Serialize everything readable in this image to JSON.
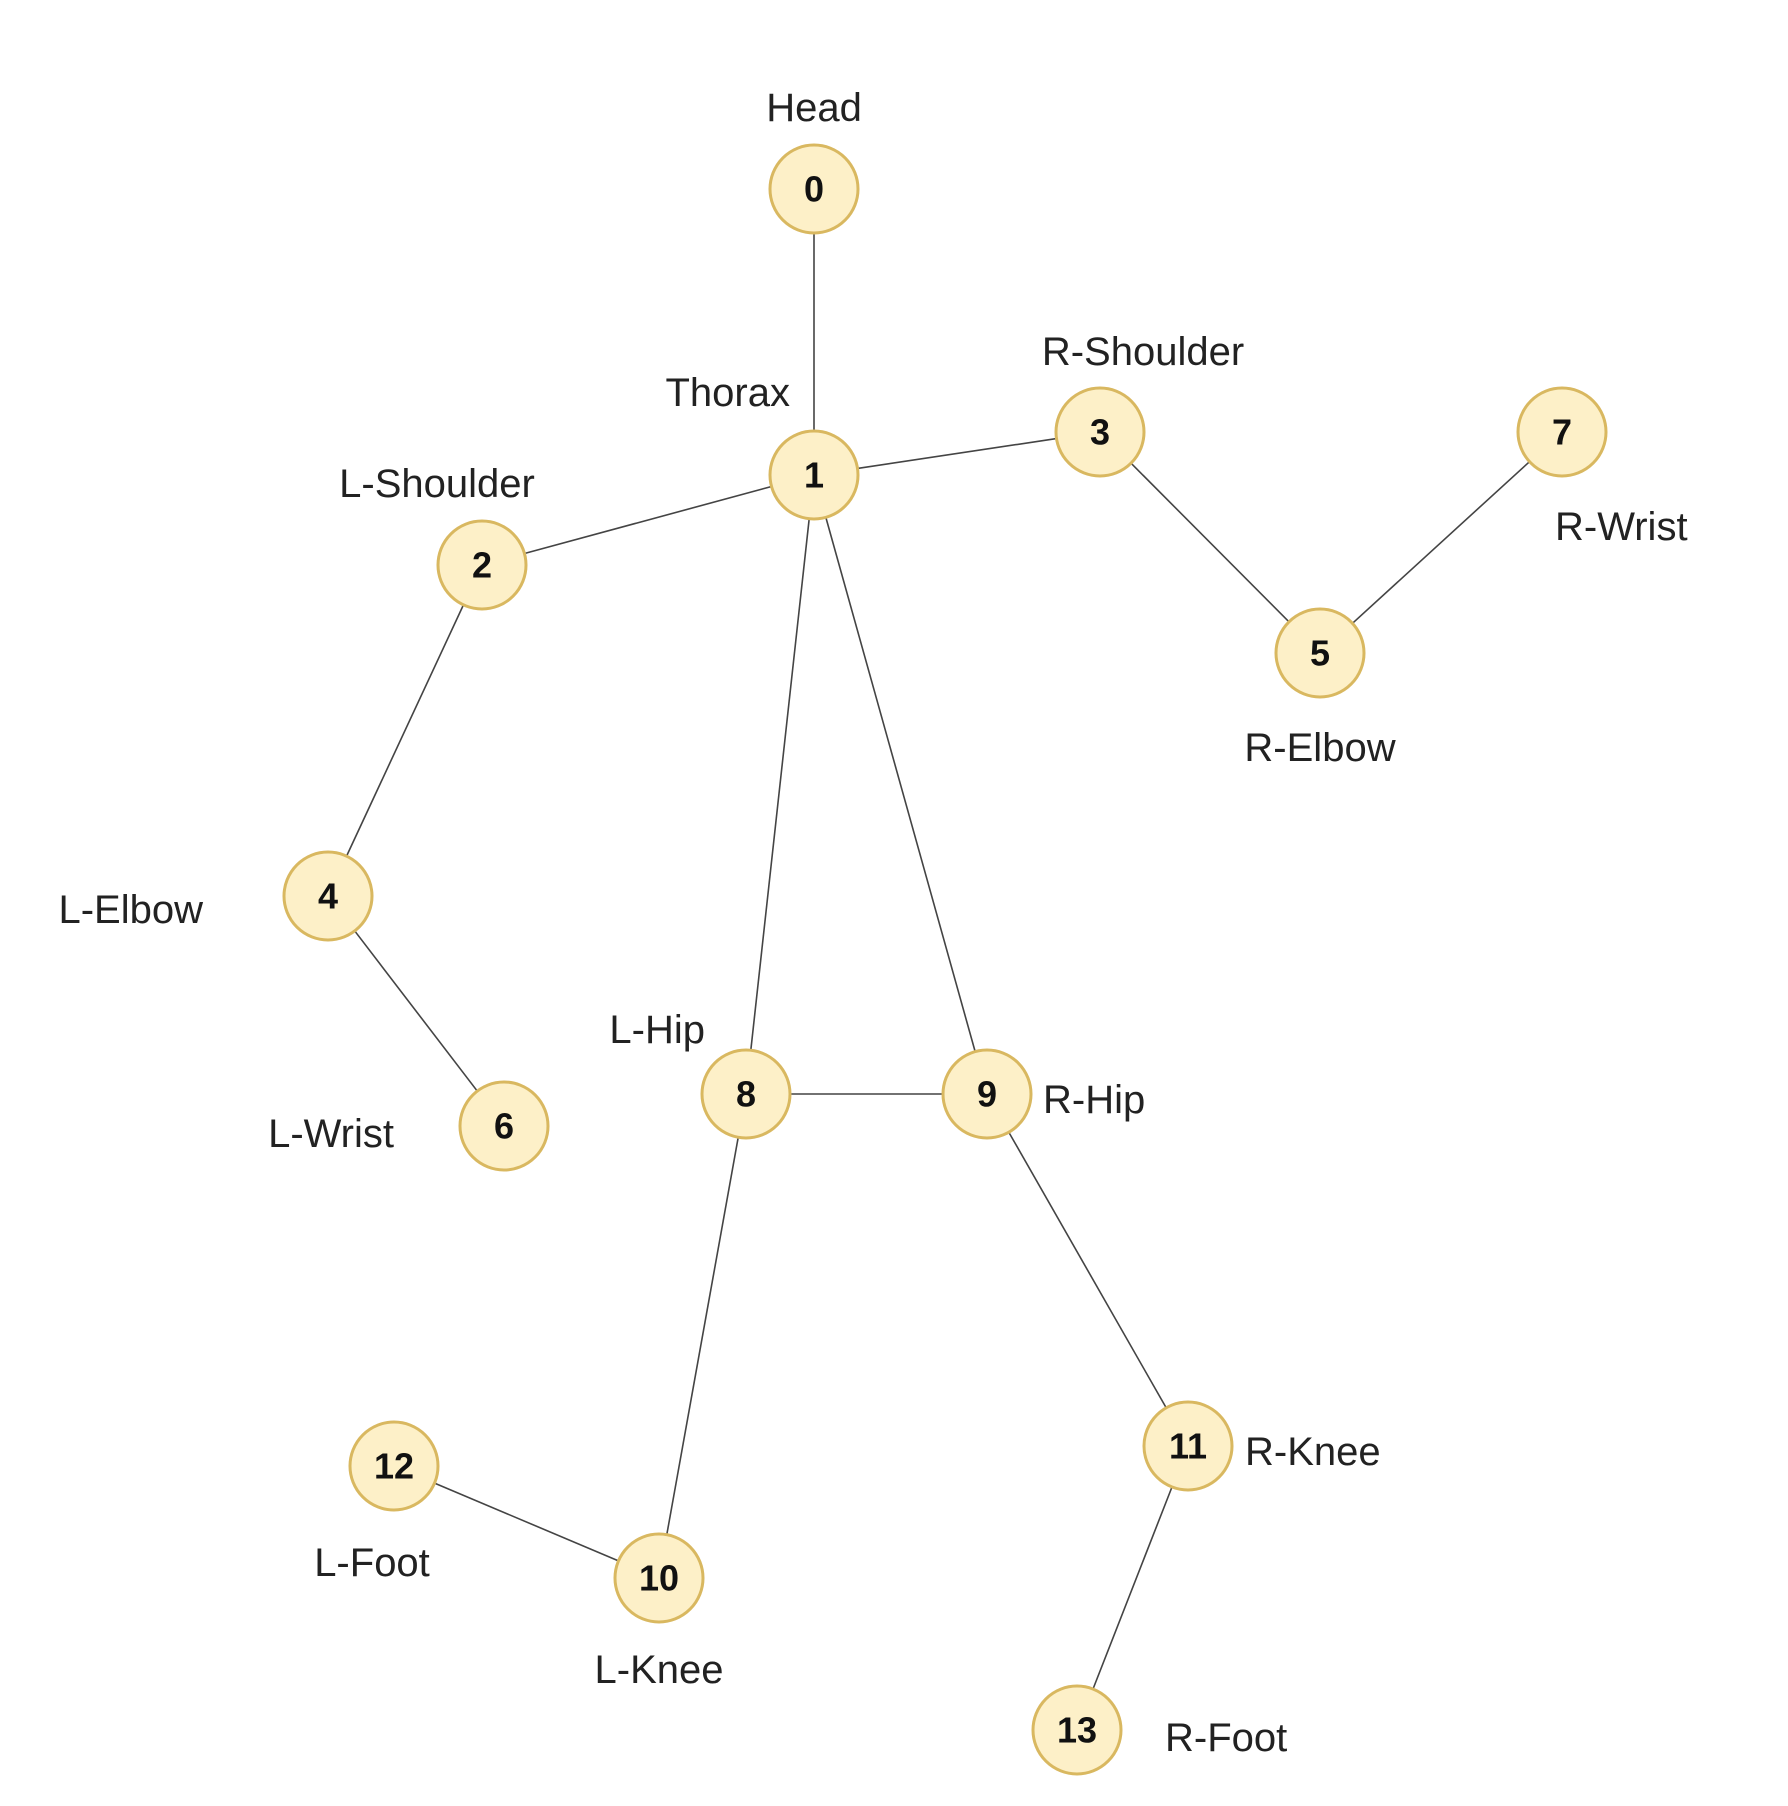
{
  "nodes": [
    {
      "id": "0",
      "label": "Head"
    },
    {
      "id": "1",
      "label": "Thorax"
    },
    {
      "id": "2",
      "label": "L-Shoulder"
    },
    {
      "id": "3",
      "label": "R-Shoulder"
    },
    {
      "id": "4",
      "label": "L-Elbow"
    },
    {
      "id": "5",
      "label": "R-Elbow"
    },
    {
      "id": "6",
      "label": "L-Wrist"
    },
    {
      "id": "7",
      "label": "R-Wrist"
    },
    {
      "id": "8",
      "label": "L-Hip"
    },
    {
      "id": "9",
      "label": "R-Hip"
    },
    {
      "id": "10",
      "label": "L-Knee"
    },
    {
      "id": "11",
      "label": "R-Knee"
    },
    {
      "id": "12",
      "label": "L-Foot"
    },
    {
      "id": "13",
      "label": "R-Foot"
    }
  ],
  "edges": [
    [
      "0",
      "1"
    ],
    [
      "1",
      "2"
    ],
    [
      "1",
      "3"
    ],
    [
      "2",
      "4"
    ],
    [
      "4",
      "6"
    ],
    [
      "3",
      "5"
    ],
    [
      "5",
      "7"
    ],
    [
      "1",
      "8"
    ],
    [
      "1",
      "9"
    ],
    [
      "8",
      "9"
    ],
    [
      "8",
      "10"
    ],
    [
      "10",
      "12"
    ],
    [
      "9",
      "11"
    ],
    [
      "11",
      "13"
    ]
  ],
  "colors": {
    "node_fill": "#fdf0c8",
    "node_stroke": "#d9b860",
    "edge": "#444444"
  }
}
